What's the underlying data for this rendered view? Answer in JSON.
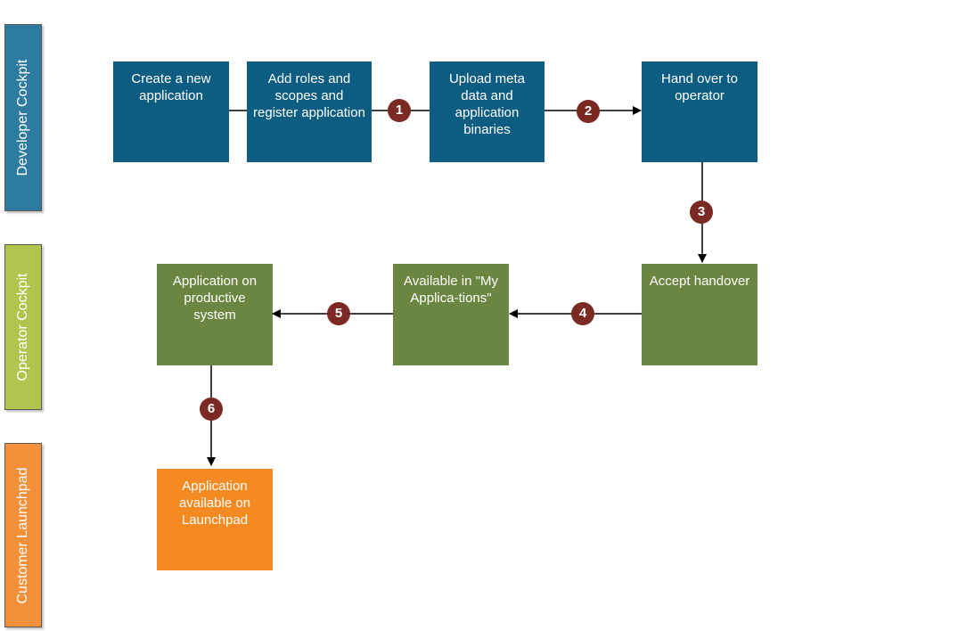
{
  "lanes": {
    "developer": "Developer Cockpit",
    "operator": "Operator Cockpit",
    "customer": "Customer Launchpad"
  },
  "boxes": {
    "create_app": "Create a new application",
    "add_roles": "Add roles and scopes and register application",
    "upload_meta": "Upload meta data and application binaries",
    "hand_over": "Hand over to operator",
    "accept_handover": "Accept handover",
    "available_my_apps": "Available in \"My Applica-tions\"",
    "app_productive": "Application on productive system",
    "app_launchpad": "Application available on Launchpad"
  },
  "steps": [
    "1",
    "2",
    "3",
    "4",
    "5",
    "6"
  ],
  "colors": {
    "developer_lane": "#2d7ba0",
    "developer_box": "#0d5c82",
    "operator_lane": "#b3c44e",
    "operator_box": "#6b8640",
    "customer_lane": "#f5903a",
    "customer_box": "#f58a22",
    "step_marker": "#7a2a22"
  }
}
